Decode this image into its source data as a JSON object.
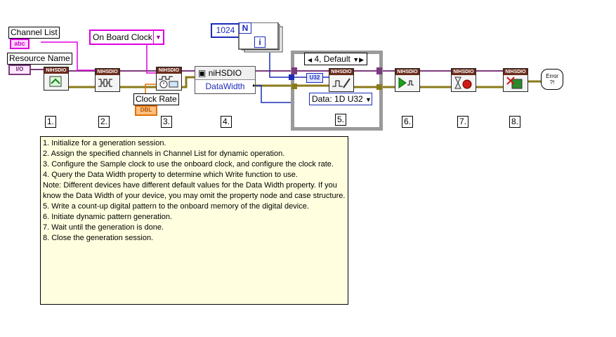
{
  "controls": {
    "channel_list": {
      "label": "Channel List",
      "type_tag": "abc"
    },
    "resource_name": {
      "label": "Resource Name",
      "type_tag": "I/O"
    },
    "clock_source": {
      "value": "On Board Clock"
    },
    "clock_rate": {
      "label": "Clock Rate",
      "type_tag": "DBL"
    }
  },
  "constants": {
    "samples": "1024",
    "n_terminal": "N",
    "i_terminal": "i"
  },
  "vis": [
    {
      "banner": "NIHSDIO",
      "icon": "init-session-icon"
    },
    {
      "banner": "NIHSDIO",
      "icon": "assign-channels-icon"
    },
    {
      "banner": "NIHSDIO",
      "icon": "configure-clock-icon"
    },
    {
      "banner": "NIHSDIO",
      "icon": "write-waveform-icon"
    },
    {
      "banner": "NIHSDIO",
      "icon": "initiate-icon"
    },
    {
      "banner": "NIHSDIO",
      "icon": "wait-until-done-icon"
    },
    {
      "banner": "NIHSDIO",
      "icon": "close-session-icon"
    }
  ],
  "property_node": {
    "class": "niHSDIO",
    "property": "DataWidth"
  },
  "case_structure": {
    "selector": "4, Default",
    "poly_selector": "Data: 1D U32",
    "u32_tag": "U32"
  },
  "error_handler": {
    "text": "Error\n?!"
  },
  "steps": [
    "1.",
    "2.",
    "3.",
    "4.",
    "5.",
    "6.",
    "7.",
    "8."
  ],
  "comment": {
    "lines": [
      "1. Initialize for a generation session.",
      "2. Assign the specified channels in Channel List for dynamic operation.",
      "3. Configure the Sample clock to use the onboard clock, and configure the clock rate.",
      "4. Query the Data Width property to determine which Write function to use.",
      "Note: Different devices have different default values for the Data Width property. If you know the Data Width of your device, you may omit the property node and case structure.",
      "5. Write a count-up digital pattern to the onboard memory of the digital device.",
      "6. Initiate dynamic pattern generation.",
      "7. Wait until the generation is done.",
      "8. Close the generation session."
    ]
  },
  "colors": {
    "session_wire": "#7c3a7c",
    "error_wire": "#8a7a1a",
    "string_wire": "#e000e0",
    "numeric_wire": "#1c2bb8",
    "dbl_wire": "#e07000",
    "comment_bg": "#ffffe0"
  }
}
